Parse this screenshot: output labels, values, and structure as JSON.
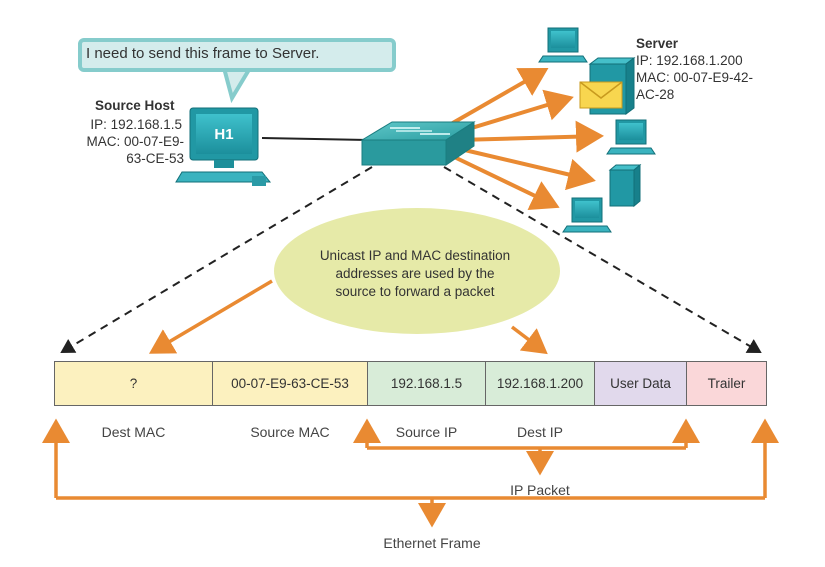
{
  "speech_bubble": {
    "text": "I need to send this frame to Server."
  },
  "source_host": {
    "title": "Source Host",
    "ip_line": "IP: 192.168.1.5",
    "mac_line_1": "MAC: 00-07-E9-",
    "mac_line_2": "63-CE-53",
    "screen_label": "H1"
  },
  "server": {
    "title": "Server",
    "ip_line": "IP: 192.168.1.200",
    "mac_line_1": "MAC: 00-07-E9-42-",
    "mac_line_2": "AC-28"
  },
  "oval": {
    "line_1": "Unicast IP and MAC destination",
    "line_2": "addresses are used by the",
    "line_3": "source to forward a packet"
  },
  "frame": {
    "cells": [
      {
        "text": "?",
        "color": "#fcf1bf"
      },
      {
        "text": "00-07-E9-63-CE-53",
        "color": "#fcf1bf"
      },
      {
        "text": "192.168.1.5",
        "color": "#d8ecd8"
      },
      {
        "text": "192.168.1.200",
        "color": "#d8ecd8"
      },
      {
        "text": "User Data",
        "color": "#e1d9ec"
      },
      {
        "text": "Trailer",
        "color": "#fad7d9"
      }
    ],
    "labels": {
      "dest_mac": "Dest MAC",
      "source_mac": "Source MAC",
      "source_ip": "Source IP",
      "dest_ip": "Dest IP"
    }
  },
  "brackets": {
    "ip_packet": "IP Packet",
    "ethernet_frame": "Ethernet Frame"
  },
  "colors": {
    "arrow_orange": "#e98a32",
    "switch_teal": "#2aa5a8",
    "computer_teal": "#29a9b5",
    "oval_fill": "#e6eaa8"
  }
}
